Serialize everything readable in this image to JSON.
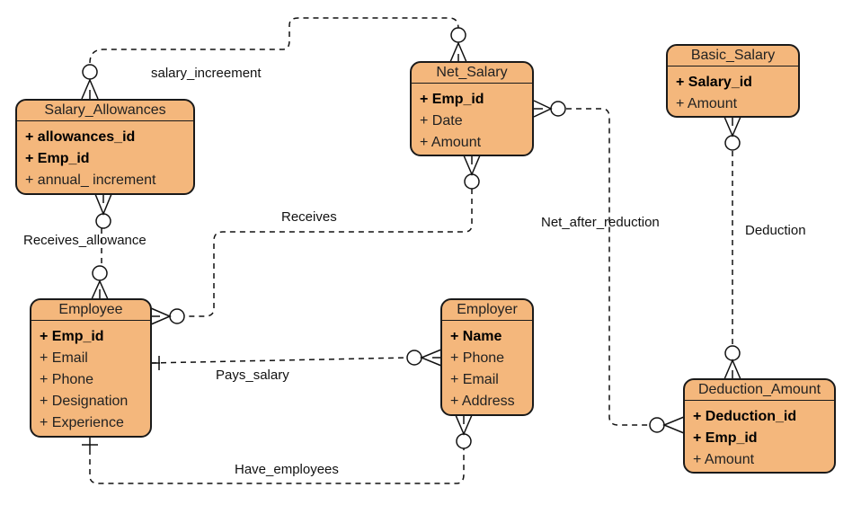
{
  "diagram": {
    "type": "ER diagram (crow's foot notation)",
    "fill_color": "#F4B77C",
    "border_color": "#1a1a1a"
  },
  "entities": {
    "salary_allowances": {
      "name": "Salary_Allowances",
      "attributes": [
        {
          "text": "+ allowances_id",
          "pk": true
        },
        {
          "text": "+ Emp_id",
          "pk": true
        },
        {
          "text": "+ annual_ increment",
          "pk": false
        }
      ]
    },
    "net_salary": {
      "name": "Net_Salary",
      "attributes": [
        {
          "text": "+ Emp_id",
          "pk": true
        },
        {
          "text": "+ Date",
          "pk": false
        },
        {
          "text": "+ Amount",
          "pk": false
        }
      ]
    },
    "basic_salary": {
      "name": "Basic_Salary",
      "attributes": [
        {
          "text": "+ Salary_id",
          "pk": true
        },
        {
          "text": "+ Amount",
          "pk": false
        }
      ]
    },
    "employee": {
      "name": "Employee",
      "attributes": [
        {
          "text": "+ Emp_id",
          "pk": true
        },
        {
          "text": "+ Email",
          "pk": false
        },
        {
          "text": "+ Phone",
          "pk": false
        },
        {
          "text": "+ Designation",
          "pk": false
        },
        {
          "text": "+ Experience",
          "pk": false
        }
      ]
    },
    "employer": {
      "name": "Employer",
      "attributes": [
        {
          "text": "+ Name",
          "pk": true
        },
        {
          "text": "+ Phone",
          "pk": false
        },
        {
          "text": "+ Email",
          "pk": false
        },
        {
          "text": "+ Address",
          "pk": false
        }
      ]
    },
    "deduction_amount": {
      "name": "Deduction_Amount",
      "attributes": [
        {
          "text": "+ Deduction_id",
          "pk": true
        },
        {
          "text": "+ Emp_id",
          "pk": true
        },
        {
          "text": "+ Amount",
          "pk": false
        }
      ]
    }
  },
  "relationships": [
    {
      "label": "salary_increement",
      "from": "Salary_Allowances",
      "to": "Net_Salary",
      "from_cardinality": "zero-or-many",
      "to_cardinality": "zero-or-many"
    },
    {
      "label": "Receives_allowance",
      "from": "Salary_Allowances",
      "to": "Employee",
      "from_cardinality": "zero-or-many",
      "to_cardinality": "zero-or-many"
    },
    {
      "label": "Receives",
      "from": "Net_Salary",
      "to": "Employee",
      "from_cardinality": "zero-or-many",
      "to_cardinality": "zero-or-many"
    },
    {
      "label": "Net_after_reduction",
      "from": "Net_Salary",
      "to": "Deduction_Amount",
      "from_cardinality": "zero-or-many",
      "to_cardinality": "zero-or-many"
    },
    {
      "label": "Deduction",
      "from": "Basic_Salary",
      "to": "Deduction_Amount",
      "from_cardinality": "zero-or-many",
      "to_cardinality": "zero-or-many"
    },
    {
      "label": "Pays_salary",
      "from": "Employee",
      "to": "Employer",
      "from_cardinality": "one",
      "to_cardinality": "zero-or-many"
    },
    {
      "label": "Have_employees",
      "from": "Employee",
      "to": "Employer",
      "from_cardinality": "one",
      "to_cardinality": "zero-or-many"
    }
  ]
}
